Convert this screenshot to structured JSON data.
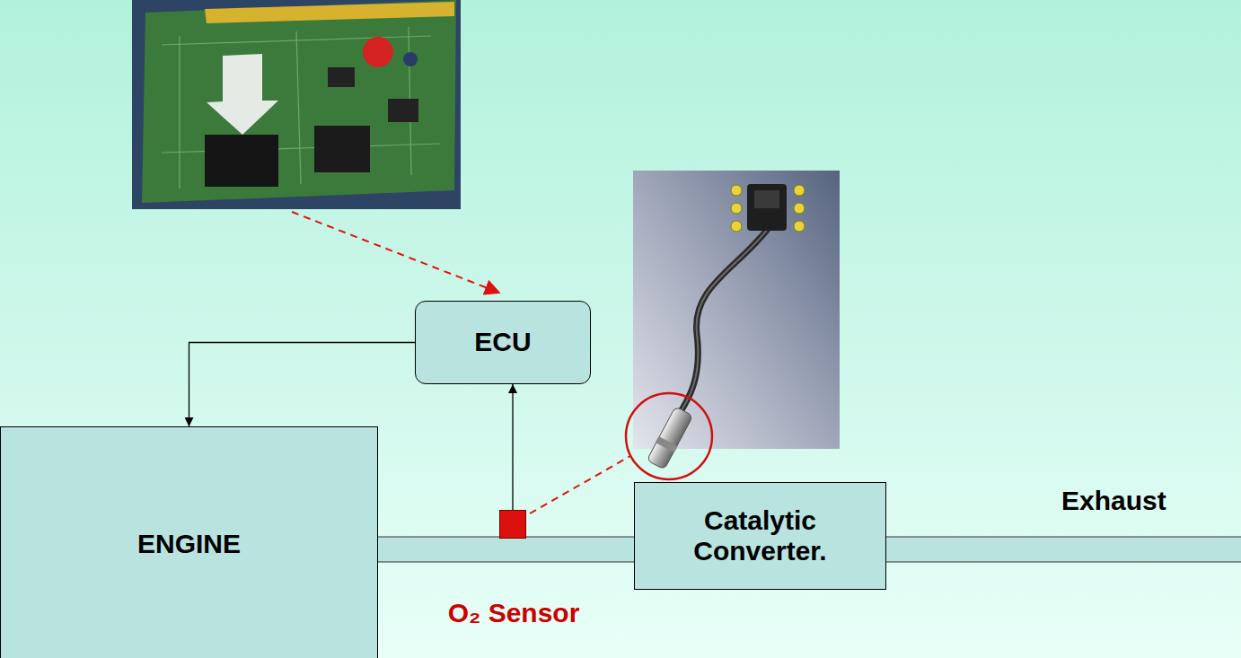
{
  "diagram": {
    "nodes": [
      {
        "text": [
          "ECU"
        ]
      },
      {
        "text": [
          "ENGINE"
        ]
      },
      {
        "text": [
          "O₂ Sensor"
        ]
      },
      {
        "text": [
          "Catalytic Converter."
        ]
      }
    ],
    "edges": [
      {
        "from": 0,
        "to": 1,
        "arrow": "to"
      },
      {
        "from": 2,
        "to": 0,
        "arrow": "to"
      }
    ],
    "labels": [
      "Exhaust"
    ]
  }
}
